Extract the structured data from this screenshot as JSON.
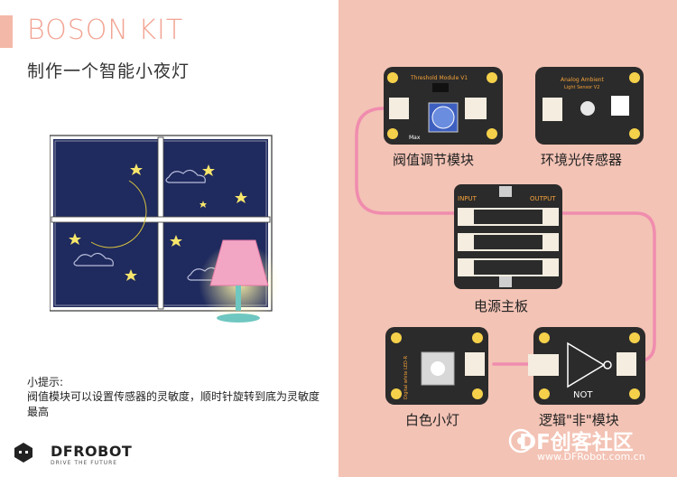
{
  "header": {
    "brand": "BOSON KIT",
    "subtitle": "制作一个智能小夜灯"
  },
  "tips": {
    "title": "小提示:",
    "body": "阀值模块可以设置传感器的灵敏度，顺时针旋转到底为灵敏度最高"
  },
  "logo": {
    "name": "DFROBOT",
    "slogan": "DRIVE THE FUTURE"
  },
  "modules": {
    "threshold": {
      "label": "阀值调节模块",
      "title": "Threshold Module V1",
      "knob": "Max"
    },
    "light_sensor": {
      "label": "环境光传感器",
      "title": "Analog Ambient",
      "title2": "Light Sensor V2"
    },
    "main_board": {
      "label": "电源主板",
      "input": "INPUT",
      "output": "OUTPUT"
    },
    "led": {
      "label": "白色小灯",
      "side_text": "Digital white LED-R"
    },
    "not_gate": {
      "label": "逻辑\"非\"模块",
      "gate_text": "NOT"
    }
  },
  "watermark": {
    "name": "DF创客社区",
    "url": "www.DFRobot.com.cn"
  },
  "colors": {
    "accent": "#f2a493",
    "right_bg": "#f3c3b5",
    "wire": "#f08cae",
    "module": "#2b2b2b"
  }
}
